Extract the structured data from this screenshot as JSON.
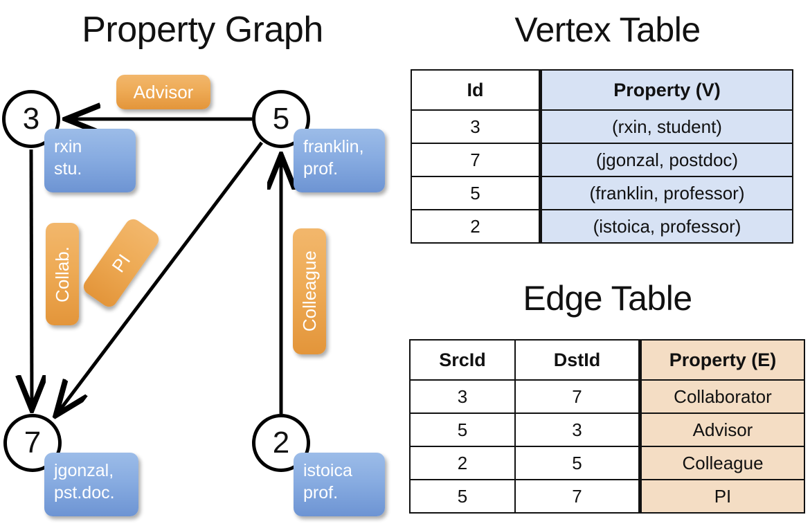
{
  "titles": {
    "property_graph": "Property Graph",
    "vertex_table": "Vertex Table",
    "edge_table": "Edge Table"
  },
  "colors": {
    "node_stroke": "#000000",
    "vertex_prop_fill": "#d7e2f4",
    "edge_prop_fill": "#f4ddc4",
    "vertex_box_blue": "#88ace1",
    "edge_label_orange": "#eeab56",
    "background": "#ffffff"
  },
  "graph": {
    "nodes": [
      {
        "id": "3",
        "label": "3",
        "property_line1": "rxin",
        "property_line2": "stu."
      },
      {
        "id": "5",
        "label": "5",
        "property_line1": "franklin,",
        "property_line2": "prof."
      },
      {
        "id": "7",
        "label": "7",
        "property_line1": "jgonzal,",
        "property_line2": "pst.doc."
      },
      {
        "id": "2",
        "label": "2",
        "property_line1": "istoica",
        "property_line2": "prof."
      }
    ],
    "edge_labels": [
      {
        "name": "advisor",
        "text": "Advisor",
        "from": "5",
        "to": "3"
      },
      {
        "name": "collab",
        "text": "Collab.",
        "from": "3",
        "to": "7"
      },
      {
        "name": "pi",
        "text": "PI",
        "from": "5",
        "to": "7"
      },
      {
        "name": "colleague",
        "text": "Colleague",
        "from": "2",
        "to": "5"
      }
    ]
  },
  "vertex_table": {
    "headers": [
      "Id",
      "Property (V)"
    ],
    "rows": [
      {
        "id": "3",
        "property": "(rxin, student)"
      },
      {
        "id": "7",
        "property": "(jgonzal, postdoc)"
      },
      {
        "id": "5",
        "property": "(franklin, professor)"
      },
      {
        "id": "2",
        "property": "(istoica, professor)"
      }
    ]
  },
  "edge_table": {
    "headers": [
      "SrcId",
      "DstId",
      "Property (E)"
    ],
    "rows": [
      {
        "src": "3",
        "dst": "7",
        "property": "Collaborator"
      },
      {
        "src": "5",
        "dst": "3",
        "property": "Advisor"
      },
      {
        "src": "2",
        "dst": "5",
        "property": "Colleague"
      },
      {
        "src": "5",
        "dst": "7",
        "property": "PI"
      }
    ]
  }
}
